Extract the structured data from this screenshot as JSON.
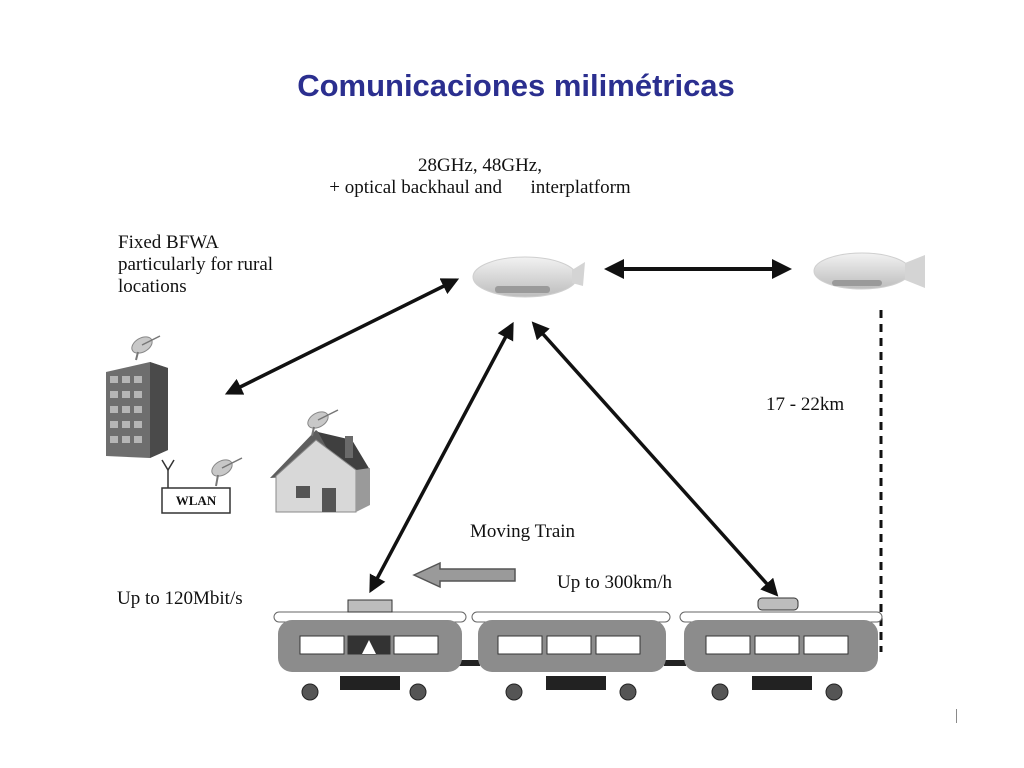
{
  "title": "Comunicaciones milimétricas",
  "labels": {
    "frequencies_line1": "28GHz, 48GHz,",
    "frequencies_line2": "+ optical backhaul and      interplatform",
    "bfwa_line1": "Fixed BFWA",
    "bfwa_line2": "particularly for rural",
    "bfwa_line3": "locations",
    "altitude": "17 - 22km",
    "moving_train": "Moving Train",
    "speed": "Up to 300km/h",
    "datarate": "Up to 120Mbit/s",
    "wlan": "WLAN"
  },
  "colors": {
    "title": "#2b2f8f",
    "arrow": "#111111",
    "train_body": "#8c8c8c",
    "airship": "#dedede"
  },
  "icons": [
    "airship-icon",
    "building-icon",
    "house-icon",
    "satellite-dish-icon",
    "wlan-router-icon",
    "train-icon",
    "arrow-left-icon"
  ]
}
